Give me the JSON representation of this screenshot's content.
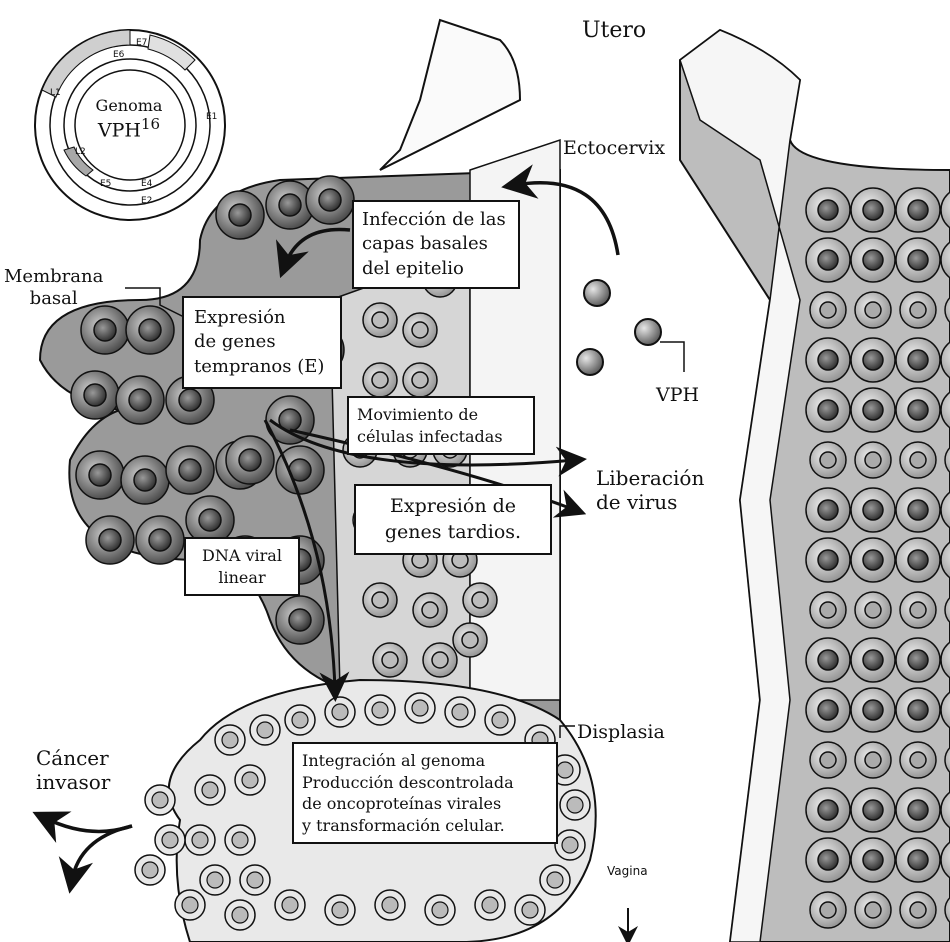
{
  "genome": {
    "title_line1": "Genoma",
    "title_line2": "VPH",
    "title_number": "16",
    "segments": [
      "E7",
      "E6",
      "E1",
      "L1",
      "L2",
      "E5",
      "E4",
      "E2"
    ]
  },
  "labels": {
    "utero": "Utero",
    "ectocervix": "Ectocervix",
    "membrana_line1": "Membrana",
    "membrana_line2": "basal",
    "vph": "VPH",
    "liberacion_line1": "Liberación",
    "liberacion_line2": "de virus",
    "displasia": "Displasia",
    "cancer_line1": "Cáncer",
    "cancer_line2": "invasor",
    "vagina": "Vagina"
  },
  "boxes": {
    "infeccion": [
      "Infección de las",
      "capas basales",
      "del epitelio"
    ],
    "expresion_tempranos": [
      "Expresión",
      "de genes",
      "tempranos (E)"
    ],
    "movimiento": [
      "Movimiento de",
      "células infectadas"
    ],
    "expresion_tardios": [
      "Expresión de",
      "genes tardios."
    ],
    "dna_viral": [
      "DNA viral",
      "linear"
    ],
    "integracion": [
      "Integración al genoma",
      "Producción descontrolada",
      "de oncoproteínas virales",
      "y transformación celular."
    ]
  }
}
